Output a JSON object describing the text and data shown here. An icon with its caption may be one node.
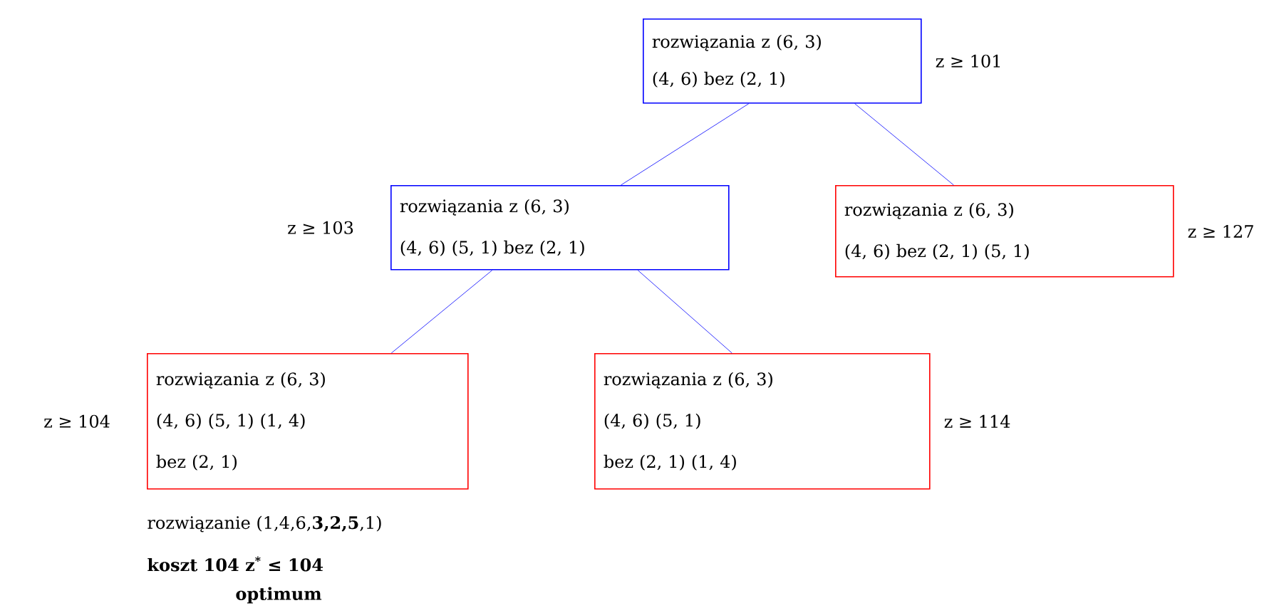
{
  "diagram": {
    "nodes": [
      {
        "text": [
          "rozwiązania z (6, 3)",
          "(4, 6) bez (2, 1)"
        ],
        "beside": [
          "z ≥ 101"
        ]
      },
      {
        "text": [
          "rozwiązania z (6, 3)",
          "(4, 6) (5, 1) bez (2, 1)"
        ],
        "beside": [
          "z ≥ 103"
        ]
      },
      {
        "text": [
          "rozwiązania z (6, 3)",
          "(4, 6) bez (2, 1) (5, 1)"
        ],
        "beside": [
          "z ≥ 127"
        ]
      },
      {
        "text": [
          "rozwiązania z (6, 3)",
          "(4, 6) (5, 1) (1, 4)",
          "bez (2, 1)"
        ],
        "beside": [
          "z ≥ 104"
        ]
      },
      {
        "text": [
          "rozwiązania z (6, 3)",
          "(4, 6) (5, 1)",
          "bez (2, 1) (1, 4)"
        ],
        "beside": [
          "z ≥ 114"
        ]
      }
    ],
    "edges": [
      {
        "from": 0,
        "to": 1,
        "arrow": "none"
      },
      {
        "from": 0,
        "to": 2,
        "arrow": "none"
      },
      {
        "from": 1,
        "to": 3,
        "arrow": "none"
      },
      {
        "from": 1,
        "to": 4,
        "arrow": "none"
      }
    ],
    "labels": [
      "rozwiązanie (1,4,6,**3,2,5**,1)",
      "koszt 104 z$^{*}$ ≤ 104",
      "optimum"
    ]
  }
}
